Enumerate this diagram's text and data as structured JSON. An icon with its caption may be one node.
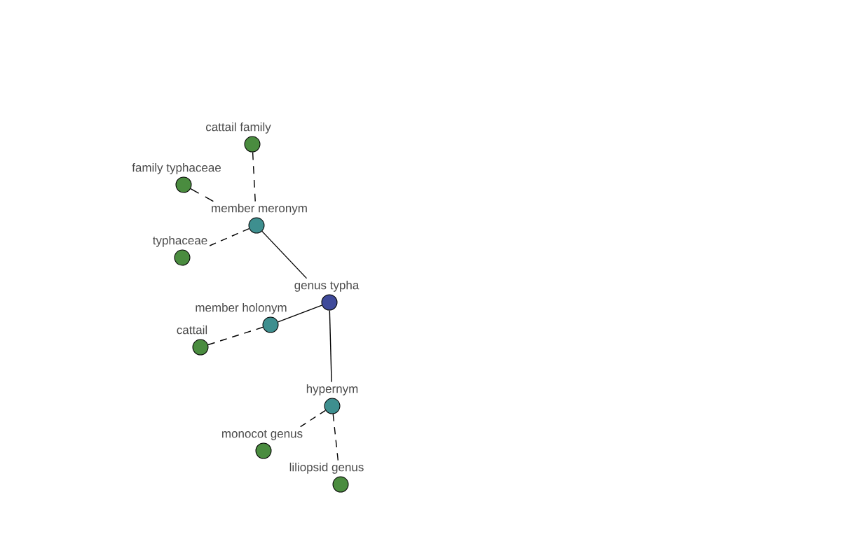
{
  "diagram": {
    "nodes": [
      {
        "text": [
          "cattail family"
        ]
      },
      {
        "text": [
          "family typhaceae"
        ]
      },
      {
        "text": [
          "member meronym"
        ]
      },
      {
        "text": [
          "typhaceae"
        ]
      },
      {
        "text": [
          "genus typha"
        ]
      },
      {
        "text": [
          "member holonym"
        ]
      },
      {
        "text": [
          "cattail"
        ]
      },
      {
        "text": [
          "hypernym"
        ]
      },
      {
        "text": [
          "monocot genus"
        ]
      },
      {
        "text": [
          "liliopsid genus"
        ]
      }
    ],
    "edges": [
      {
        "from": 4,
        "to": 2,
        "arrow": "none"
      },
      {
        "from": 4,
        "to": 5,
        "arrow": "none"
      },
      {
        "from": 4,
        "to": 7,
        "arrow": "none"
      },
      {
        "from": 2,
        "to": 0,
        "arrow": "none",
        "style": "dashed"
      },
      {
        "from": 2,
        "to": 1,
        "arrow": "none",
        "style": "dashed"
      },
      {
        "from": 2,
        "to": 3,
        "arrow": "none",
        "style": "dashed"
      },
      {
        "from": 5,
        "to": 6,
        "arrow": "none",
        "style": "dashed"
      },
      {
        "from": 7,
        "to": 8,
        "arrow": "none",
        "style": "dashed"
      },
      {
        "from": 7,
        "to": 9,
        "arrow": "none",
        "style": "dashed"
      }
    ]
  }
}
